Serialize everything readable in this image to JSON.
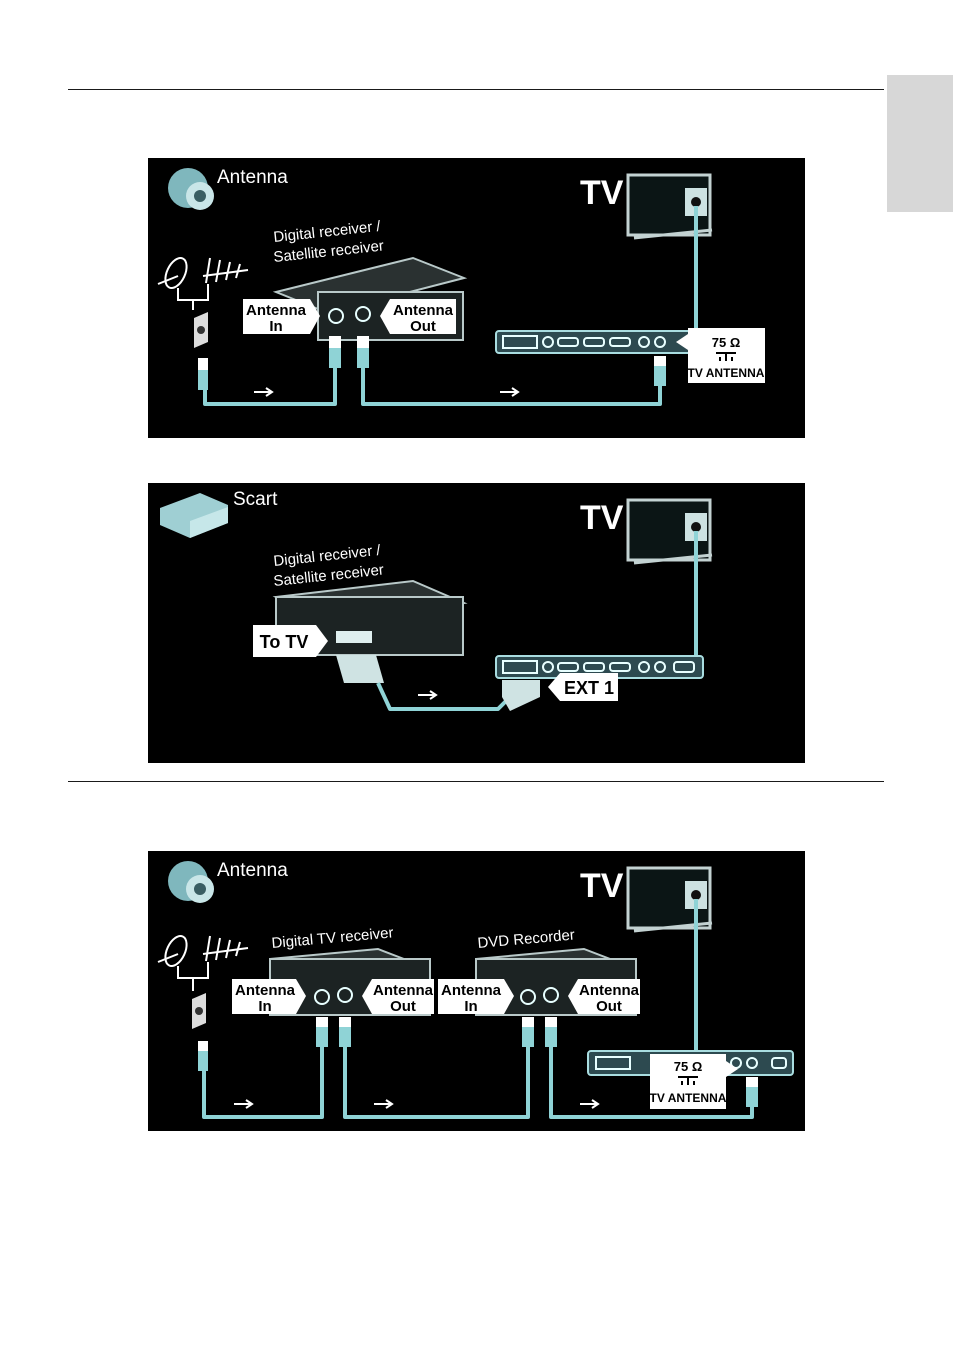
{
  "page": {
    "side_tab_color": "#d7d7d7",
    "rule_color": "#1a1a1a"
  },
  "panels": [
    {
      "connection": "Antenna",
      "tv": "TV",
      "device": [
        "Digital receiver /",
        "Satellite receiver"
      ],
      "labels": {
        "in": [
          "Antenna",
          "In"
        ],
        "out": [
          "Antenna",
          "Out"
        ]
      },
      "tv_port": {
        "impedance": "75 Ω",
        "name": "TV ANTENNA"
      }
    },
    {
      "connection": "Scart",
      "tv": "TV",
      "device": [
        "Digital receiver /",
        "Satellite receiver"
      ],
      "labels": {
        "to_tv": "To TV",
        "ext": "EXT 1"
      }
    },
    {
      "connection": "Antenna",
      "tv": "TV",
      "device1": "Digital TV receiver",
      "device2": "DVD Recorder",
      "labels": {
        "d1_in": [
          "Antenna",
          "In"
        ],
        "d1_out": [
          "Antenna",
          "Out"
        ],
        "d2_in": [
          "Antenna",
          "In"
        ],
        "d2_out": [
          "Antenna",
          "Out"
        ]
      },
      "tv_port": {
        "impedance": "75 Ω",
        "name": "TV ANTENNA"
      }
    }
  ],
  "colors": {
    "cable": "#8fd3d6",
    "panel_bg": "#000000"
  },
  "icons": [
    "antenna-plug-icon",
    "scart-plug-icon",
    "tv-icon",
    "satellite-dish-icon",
    "aerial-icon",
    "wall-socket-icon"
  ]
}
